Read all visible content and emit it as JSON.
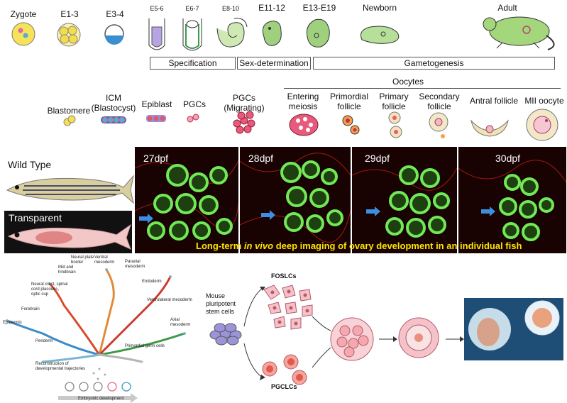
{
  "stages": [
    {
      "id": "zygote",
      "label": "Zygote"
    },
    {
      "id": "e1-3",
      "label": "E1-3"
    },
    {
      "id": "e3-4",
      "label": "E3-4"
    },
    {
      "id": "e5-6",
      "label": "E5-6"
    },
    {
      "id": "e6-7",
      "label": "E6-7"
    },
    {
      "id": "e8-10",
      "label": "E8-10"
    },
    {
      "id": "e11-12",
      "label": "E11-12"
    },
    {
      "id": "e13-19",
      "label": "E13-E19"
    },
    {
      "id": "newborn",
      "label": "Newborn"
    },
    {
      "id": "adult",
      "label": "Adult"
    }
  ],
  "phases": {
    "specification": "Specification",
    "sex_determination": "Sex-determination",
    "gametogenesis": "Gametogenesis"
  },
  "cells": {
    "blastomere": "Blastomere",
    "icm": "ICM (Blastocyst)",
    "epiblast": "Epiblast",
    "pgcs": "PGCs",
    "pgcs_migrating": "PGCs (Migrating)",
    "oocytes_header": "Oocytes",
    "entering_meiosis": "Entering meiosis",
    "primordial": "Primordial follicle",
    "primary": "Primary follicle",
    "secondary": "Secondary follicle",
    "antral": "Antral follicle",
    "mii": "MII oocyte"
  },
  "fish": {
    "wild_type": "Wild Type",
    "transparent": "Transparent"
  },
  "imaging": {
    "timepoints": [
      "27dpf",
      "28dpf",
      "29dpf",
      "30dpf"
    ],
    "caption_pre": "Long-term ",
    "caption_em": "in vivo",
    "caption_post": " deep imaging of ovary development in an individual fish"
  },
  "trajectory": {
    "labels": {
      "neural_plate_border": "Neural plate border",
      "ventral_mesoderm": "Ventral mesoderm",
      "paraxial_mesoderm": "Paraxial mesoderm",
      "mid_hindbrain": "Mid and hindbrain",
      "neural_crest": "Neural crest, spinal cord placodes, optic cup",
      "endoderm": "Endoderm",
      "ventrolateral_mesoderm": "Ventrolateral mesoderm",
      "forebrain": "Forebrain",
      "epidermis": "Epidermis",
      "axial_mesoderm": "Axial mesoderm",
      "periderm": "Periderm",
      "primordial_germ_cells": "Primordial germ cells",
      "reconstruction": "Reconstruction of developmental trajectories",
      "embryonic_development": "Embryonic development"
    }
  },
  "invitro": {
    "mouse_psc": "Mouse pluripotent stem cells",
    "foslcs": "FOSLCs",
    "pgclcs": "PGCLCs"
  },
  "colors": {
    "pgc_pink": "#e75a7c",
    "blue_cell": "#3c8fcf",
    "yolk": "#f6e04f",
    "green_fluor": "#6ee05a",
    "red_fluor": "#d0261a",
    "caption": "#ffe600"
  }
}
